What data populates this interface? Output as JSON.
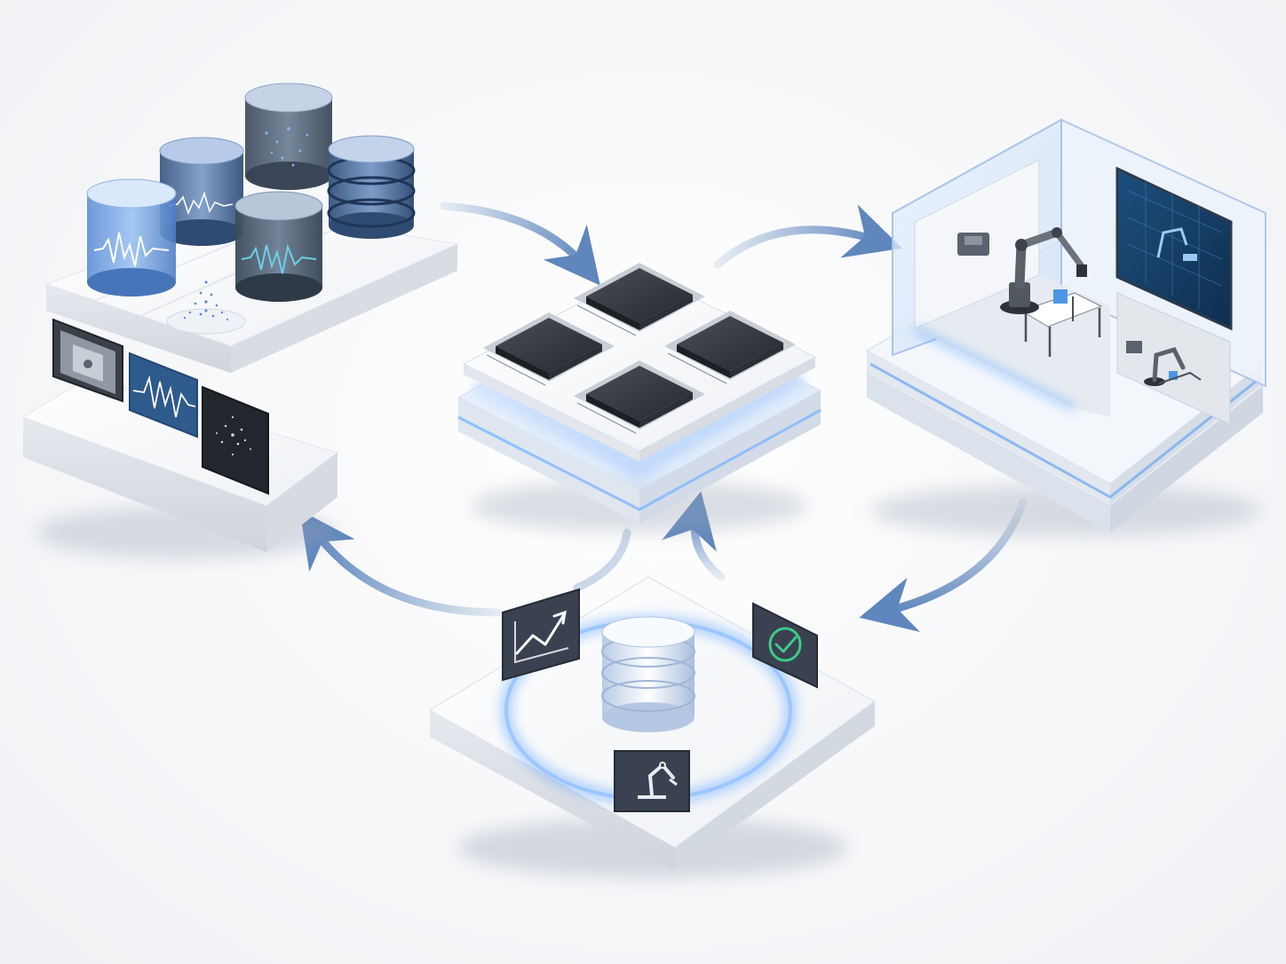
{
  "diagram": {
    "nodes": [
      {
        "id": "data-sources",
        "kind": "multimodal-data-storage",
        "icons": [
          "waveform-icon",
          "point-cloud-icon",
          "camera-view-icon",
          "database-icon"
        ]
      },
      {
        "id": "compute",
        "kind": "processor-chip-array",
        "icons": [
          "chip-icon"
        ]
      },
      {
        "id": "simulation",
        "kind": "robot-simulation-environment",
        "icons": [
          "robot-arm-icon",
          "monitor-icon"
        ]
      },
      {
        "id": "data-hub",
        "kind": "central-database-hub",
        "icons": [
          "trend-chart-icon",
          "check-circle-icon",
          "robot-arm-icon",
          "database-icon"
        ]
      }
    ],
    "edges": [
      {
        "from": "data-sources",
        "to": "compute"
      },
      {
        "from": "compute",
        "to": "simulation"
      },
      {
        "from": "simulation",
        "to": "data-hub"
      },
      {
        "from": "data-hub",
        "to": "compute"
      },
      {
        "from": "data-hub",
        "to": "data-sources"
      }
    ],
    "colors": {
      "accent": "#3f7fd6",
      "arrow": "#6f93c4",
      "glow": "#5aa0ff",
      "chip": "#33373d",
      "platform": "#ffffff",
      "platform_side": "#dde1e7"
    }
  }
}
